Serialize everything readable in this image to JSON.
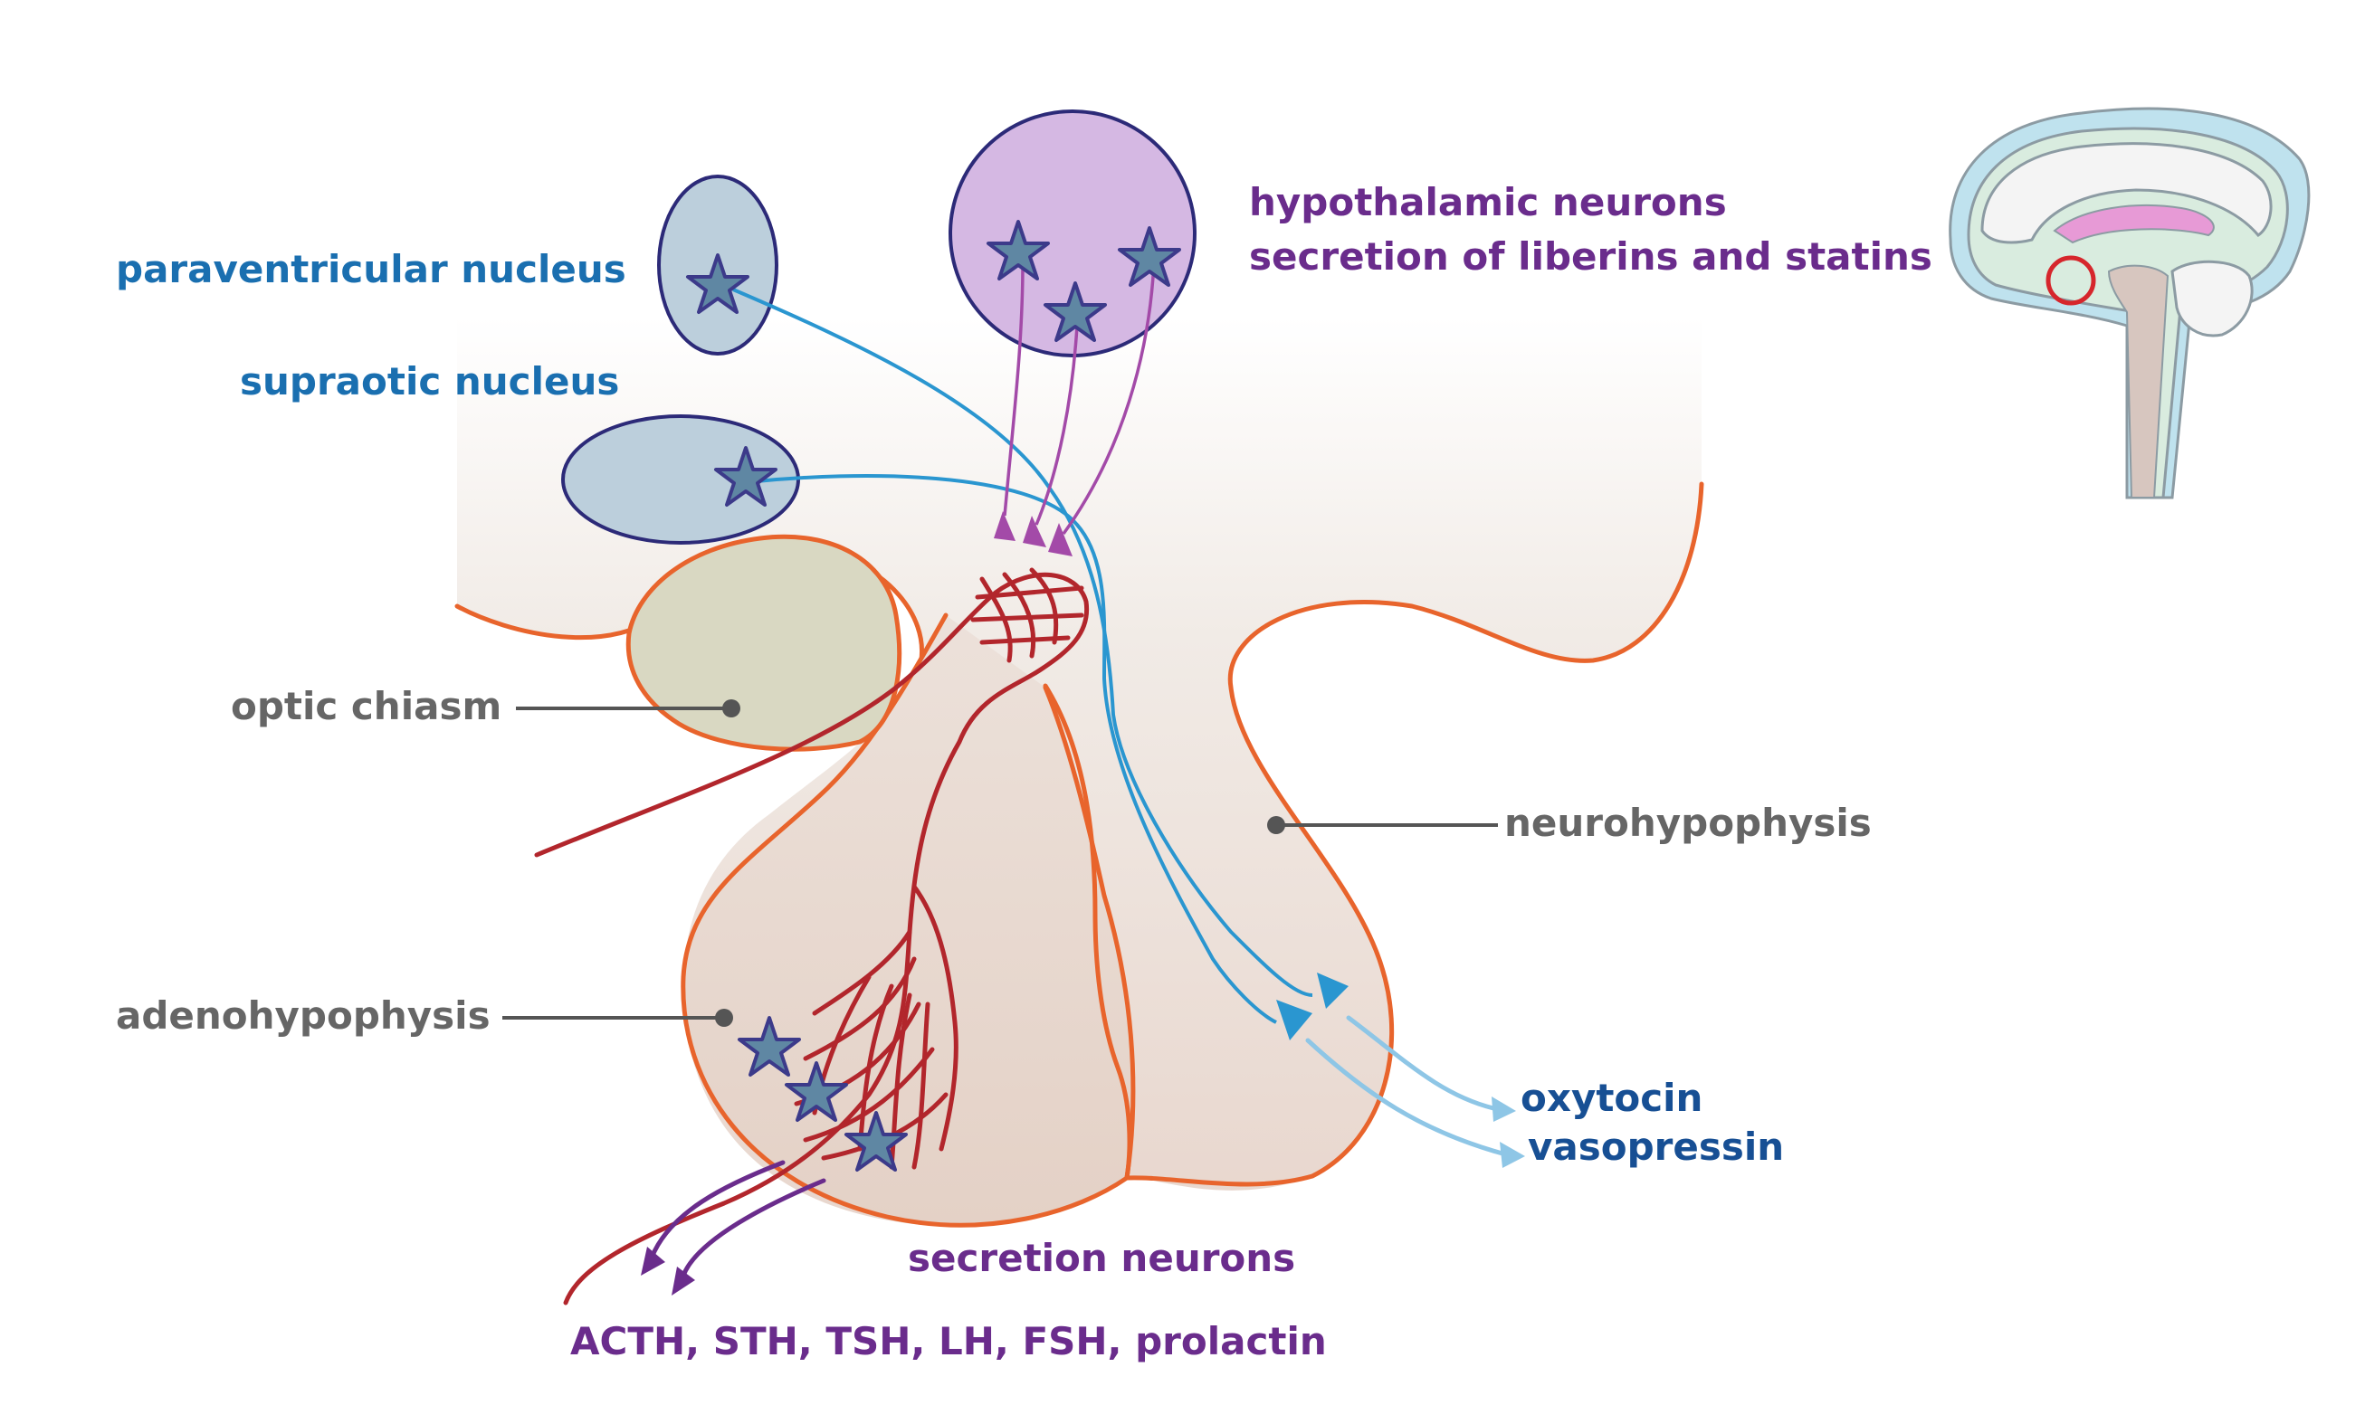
{
  "labels": {
    "paraventricular": "paraventricular nucleus",
    "supraoptic": "supraotic nucleus",
    "hypothalamic_line1": "hypothalamic neurons",
    "hypothalamic_line2": "secretion of liberins and statins",
    "optic_chiasm": "optic chiasm",
    "neurohypophysis": "neurohypophysis",
    "adenohypophysis": "adenohypophysis",
    "oxytocin": "oxytocin",
    "vasopressin": "vasopressin",
    "secretion_neurons": "secretion neurons",
    "hormones": "ACTH, STH, TSH, LH, FSH, prolactin"
  },
  "colors": {
    "blue_label": "#1a6fb0",
    "dark_blue_label": "#174f94",
    "purple_label": "#6a2c8c",
    "gray_label": "#666666",
    "vessel_red": "#b2262c",
    "outline_orange": "#e8642c",
    "neuron_star": "#5f87a3",
    "star_stroke": "#3c3a8a",
    "hypothalamic_circle": "#d5b8e3",
    "nucleus_fill": "#bccfdc",
    "chiasm_fill": "#d9d8c2",
    "axon_blue": "#2a96d0",
    "release_blue": "#8ec6e6",
    "axon_purple": "#a34aa8",
    "hormone_arrow": "#6a2c8c"
  }
}
